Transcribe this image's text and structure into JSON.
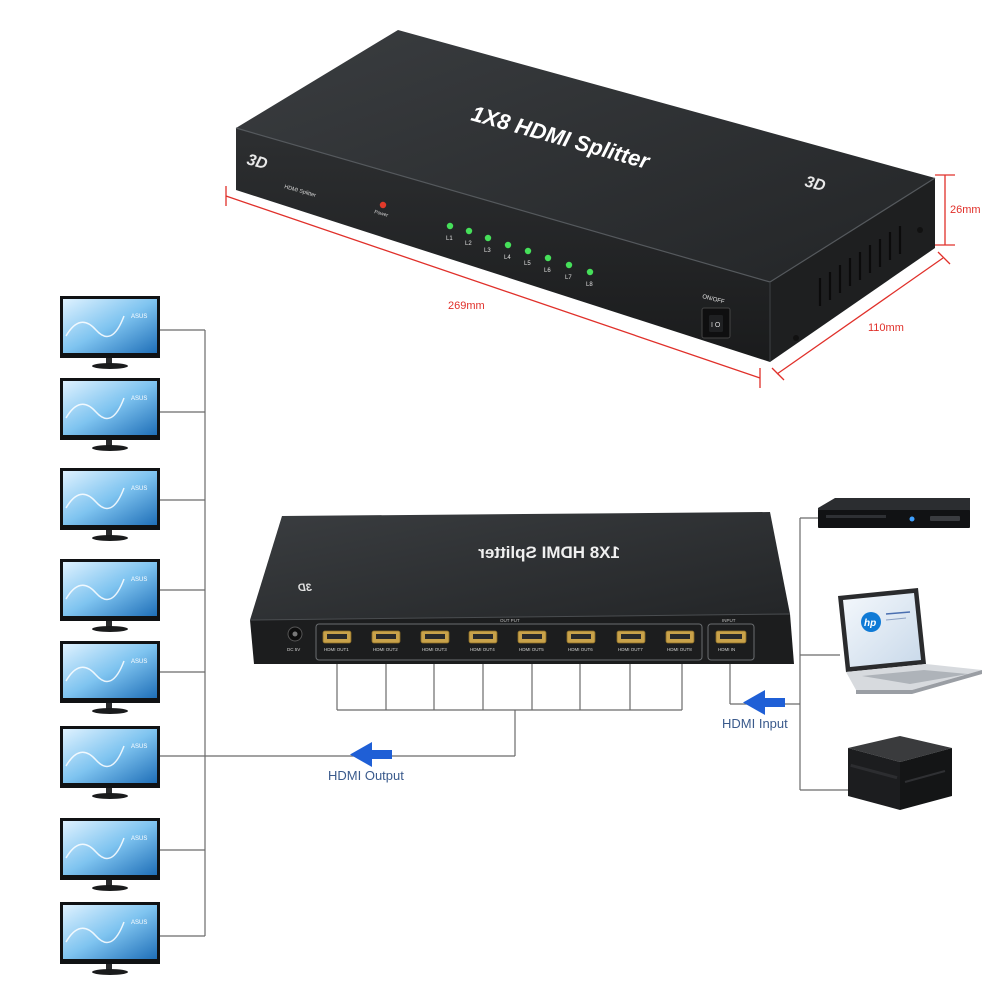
{
  "top_device": {
    "title": "1X8 HDMI Splitter",
    "badge_left": "3D",
    "badge_right": "3D",
    "brand": "HDMI Splitter",
    "power_led_label": "Power",
    "switch_label": "ON/OFF",
    "leds": [
      "L1",
      "L2",
      "L3",
      "L4",
      "L5",
      "L6",
      "L7",
      "L8"
    ],
    "colors": {
      "body": "#2a2c2e",
      "led_green": "#46e05a",
      "led_red": "#e23a2a"
    }
  },
  "dimensions": {
    "length": "269mm",
    "height": "26mm",
    "depth": "110mm"
  },
  "bottom_device": {
    "title": "1X8 HDMI Splitter",
    "badge": "3D",
    "dc_label": "DC 5V",
    "out_group_label": "OUT PUT",
    "in_group_label": "INPUT",
    "out_ports": [
      "HDMI OUT1",
      "HDMI OUT2",
      "HDMI OUT3",
      "HDMI OUT4",
      "HDMI OUT5",
      "HDMI OUT6",
      "HDMI OUT7",
      "HDMI OUT8"
    ],
    "in_port": "HDMI IN"
  },
  "flows": {
    "output_label": "HDMI Output",
    "input_label": "HDMI Input",
    "arrow_color": "#1f5fd6"
  },
  "monitors": {
    "count": 8,
    "brand": "ASUS"
  },
  "sources": [
    {
      "name": "blu-ray-player"
    },
    {
      "name": "laptop",
      "logo": "hp"
    },
    {
      "name": "game-console"
    }
  ]
}
